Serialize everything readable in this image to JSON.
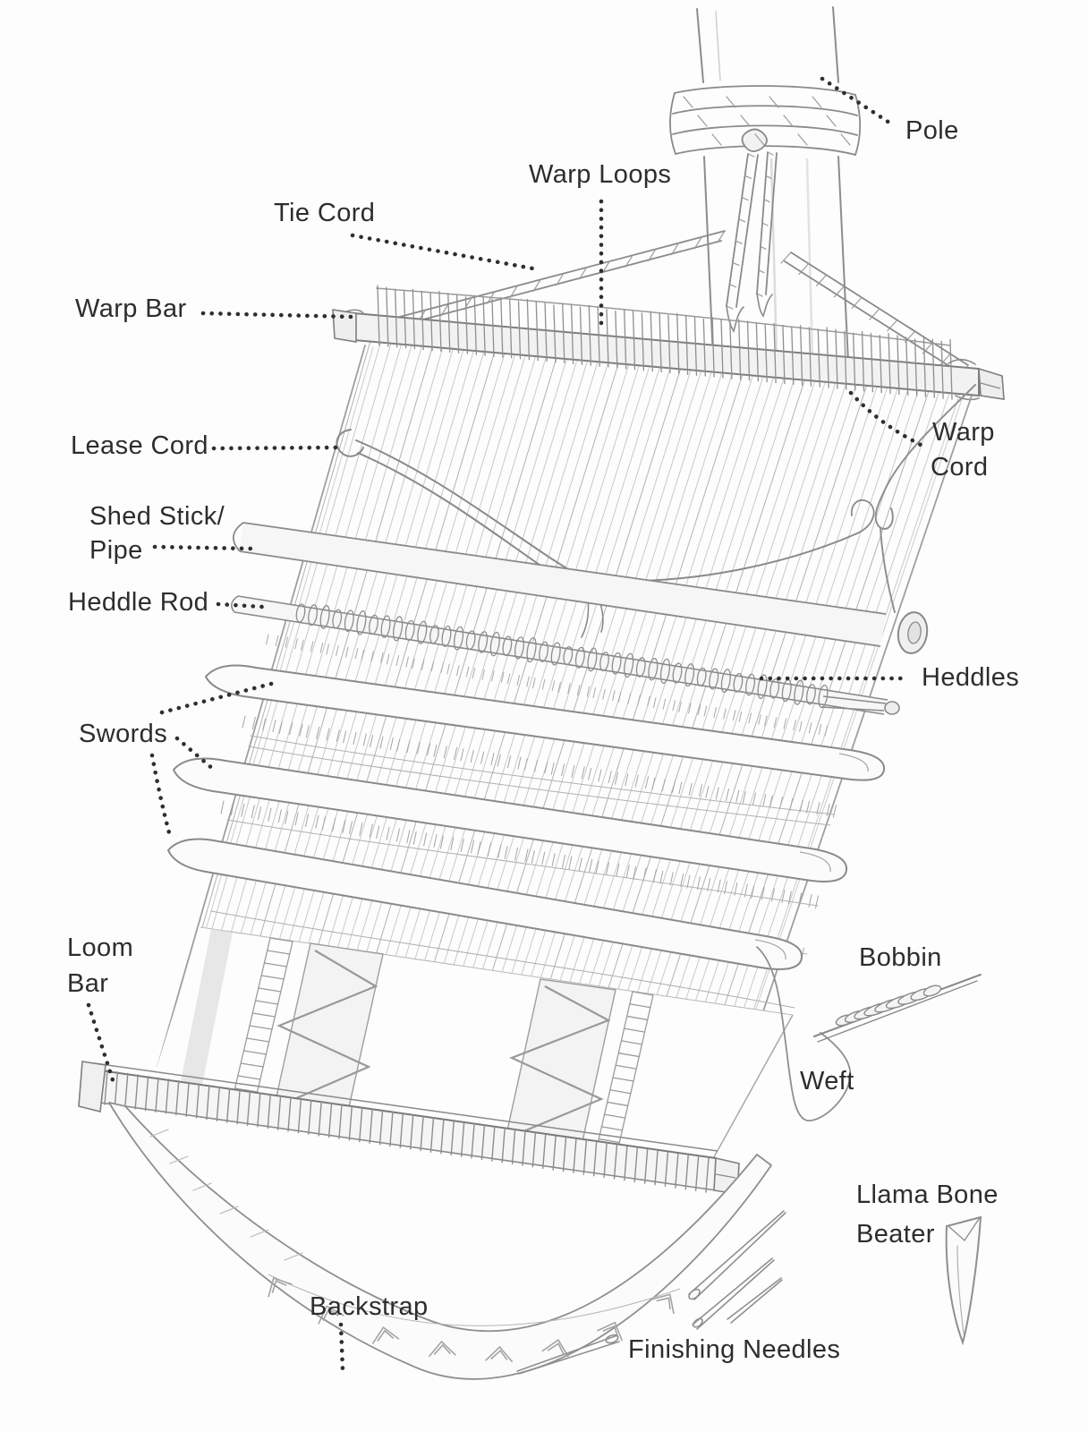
{
  "page": {
    "background": "#fdfdfd",
    "pencil_ink": "#8a8a8a",
    "label_color": "#2d2d2d",
    "leader_dot_color": "#2f2f2f"
  },
  "diagram": {
    "labels": {
      "pole": "Pole",
      "warp_loops": "Warp Loops",
      "tie_cord": "Tie Cord",
      "warp_bar": "Warp Bar",
      "lease_cord": "Lease Cord",
      "shed_stick_line1": "Shed Stick/",
      "shed_stick_line2": "Pipe",
      "heddle_rod": "Heddle Rod",
      "warp_cord_line1": "Warp",
      "warp_cord_line2": "Cord",
      "heddles": "Heddles",
      "swords": "Swords",
      "loom_bar_line1": "Loom",
      "loom_bar_line2": "Bar",
      "bobbin": "Bobbin",
      "weft": "Weft",
      "llama_bone_beater_line1": "Llama Bone",
      "llama_bone_beater_line2": "Beater",
      "backstrap": "Backstrap",
      "finishing_needles": "Finishing Needles"
    }
  }
}
